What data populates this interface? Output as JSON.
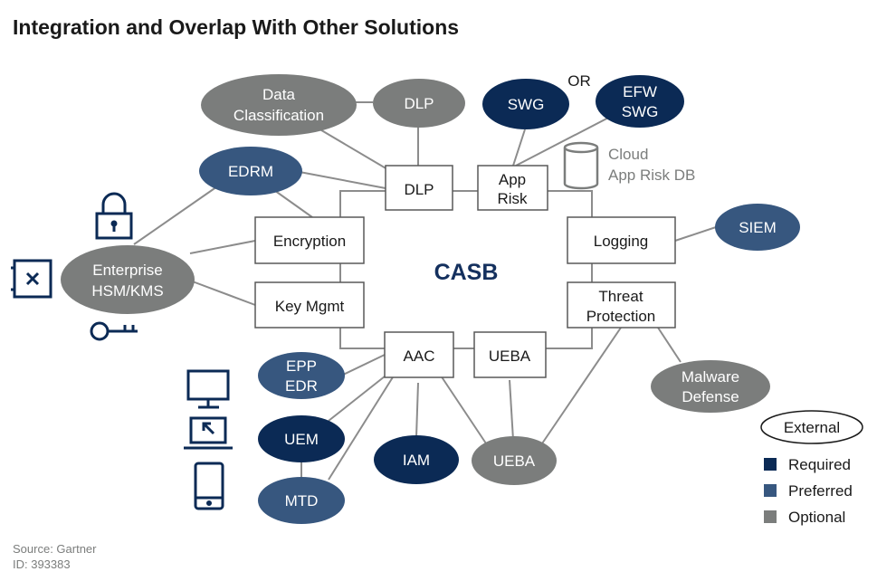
{
  "title": "Integration and Overlap With Other Solutions",
  "center_label": "CASB",
  "or_label": "OR",
  "colors": {
    "required": "#0b2a55",
    "preferred": "#37577f",
    "optional": "#7b7d7c",
    "line": "#8c8c8c",
    "box_border": "#595959",
    "casb_text": "#14305e",
    "icon": "#0b2a55"
  },
  "boxes": {
    "dlp": [
      "DLP"
    ],
    "app_risk": [
      "App",
      "Risk"
    ],
    "encryption": [
      "Encryption"
    ],
    "key_mgmt": [
      "Key Mgmt"
    ],
    "logging": [
      "Logging"
    ],
    "threat_protection": [
      "Threat",
      "Protection"
    ],
    "aac": [
      "AAC"
    ],
    "ueba_box": [
      "UEBA"
    ]
  },
  "ellipses": {
    "data_classification": {
      "lines": [
        "Data",
        "Classification"
      ],
      "category": "optional"
    },
    "dlp_optional": {
      "lines": [
        "DLP"
      ],
      "category": "optional"
    },
    "swg": {
      "lines": [
        "SWG"
      ],
      "category": "required"
    },
    "efw_swg": {
      "lines": [
        "EFW",
        "SWG"
      ],
      "category": "required"
    },
    "edrm": {
      "lines": [
        "EDRM"
      ],
      "category": "preferred"
    },
    "enterprise_hsm": {
      "lines": [
        "Enterprise",
        "HSM/KMS"
      ],
      "category": "optional"
    },
    "siem": {
      "lines": [
        "SIEM"
      ],
      "category": "preferred"
    },
    "epp_edr": {
      "lines": [
        "EPP",
        "EDR"
      ],
      "category": "preferred"
    },
    "uem": {
      "lines": [
        "UEM"
      ],
      "category": "required"
    },
    "mtd": {
      "lines": [
        "MTD"
      ],
      "category": "preferred"
    },
    "iam": {
      "lines": [
        "IAM"
      ],
      "category": "required"
    },
    "ueba_optional": {
      "lines": [
        "UEBA"
      ],
      "category": "optional"
    },
    "malware_defense": {
      "lines": [
        "Malware",
        "Defense"
      ],
      "category": "optional"
    }
  },
  "cloud_db_label": [
    "Cloud",
    "App Risk DB"
  ],
  "icons": [
    "lock-icon",
    "safe-icon",
    "key-icon",
    "monitor-icon",
    "laptop-icon",
    "mobile-phone-icon",
    "database-icon"
  ],
  "legend": {
    "external": "External",
    "items": [
      {
        "label": "Required",
        "category": "required"
      },
      {
        "label": "Preferred",
        "category": "preferred"
      },
      {
        "label": "Optional",
        "category": "optional"
      }
    ]
  },
  "source": "Source: Gartner",
  "id": "ID: 393383"
}
